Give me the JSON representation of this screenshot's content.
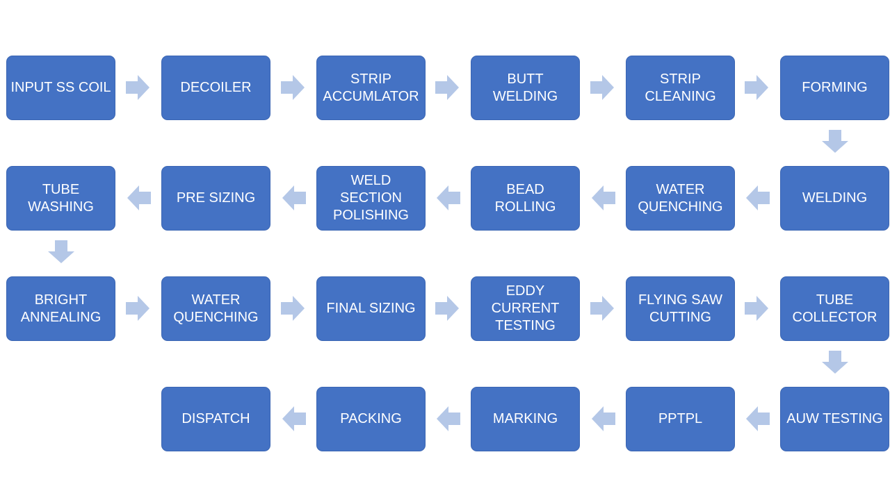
{
  "flowchart": {
    "colors": {
      "box_fill": "#4472c4",
      "text": "#ffffff",
      "arrow": "#b4c7e7",
      "background": "#ffffff"
    },
    "steps": [
      {
        "label": "INPUT SS COIL"
      },
      {
        "label": "DECOILER"
      },
      {
        "label": "STRIP\nACCUMLATOR"
      },
      {
        "label": "BUTT\nWELDING"
      },
      {
        "label": "STRIP\nCLEANING"
      },
      {
        "label": "FORMING"
      },
      {
        "label": "WELDING"
      },
      {
        "label": "WATER\nQUENCHING"
      },
      {
        "label": "BEAD ROLLING"
      },
      {
        "label": "WELD SECTION\nPOLISHING"
      },
      {
        "label": "PRE SIZING"
      },
      {
        "label": "TUBE\nWASHING"
      },
      {
        "label": "BRIGHT\nANNEALING"
      },
      {
        "label": "WATER\nQUENCHING"
      },
      {
        "label": "FINAL SIZING"
      },
      {
        "label": "EDDY\nCURRENT\nTESTING"
      },
      {
        "label": "FLYING SAW\nCUTTING"
      },
      {
        "label": "TUBE\nCOLLECTOR"
      },
      {
        "label": "AUW TESTING"
      },
      {
        "label": "PPTPL"
      },
      {
        "label": "MARKING"
      },
      {
        "label": "PACKING"
      },
      {
        "label": "DISPATCH"
      }
    ]
  }
}
